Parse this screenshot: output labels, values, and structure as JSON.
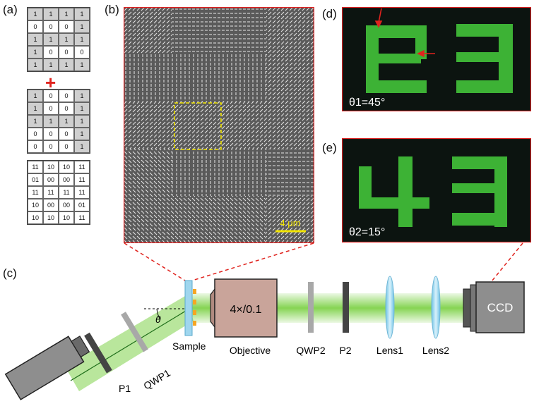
{
  "panel_labels": {
    "a": "(a)",
    "b": "(b)",
    "c": "(c)",
    "d": "(d)",
    "e": "(e)"
  },
  "grid_top": [
    [
      "1",
      "1",
      "1",
      "1"
    ],
    [
      "0",
      "0",
      "0",
      "1"
    ],
    [
      "1",
      "1",
      "1",
      "1"
    ],
    [
      "1",
      "0",
      "0",
      "0"
    ],
    [
      "1",
      "1",
      "1",
      "1"
    ]
  ],
  "grid_mid": [
    [
      "1",
      "0",
      "0",
      "1"
    ],
    [
      "1",
      "0",
      "0",
      "1"
    ],
    [
      "1",
      "1",
      "1",
      "1"
    ],
    [
      "0",
      "0",
      "0",
      "1"
    ],
    [
      "0",
      "0",
      "0",
      "1"
    ]
  ],
  "grid_bot": [
    [
      "11",
      "10",
      "10",
      "11"
    ],
    [
      "01",
      "00",
      "00",
      "11"
    ],
    [
      "11",
      "11",
      "11",
      "11"
    ],
    [
      "10",
      "00",
      "00",
      "01"
    ],
    [
      "10",
      "10",
      "10",
      "11"
    ]
  ],
  "operators": {
    "plus": "+",
    "equals": "="
  },
  "sem": {
    "scalebar": "4 μm"
  },
  "optical": {
    "theta1": "θ1=45°",
    "theta2": "θ2=15°"
  },
  "setup": {
    "laser": "Laser",
    "p1": "P1",
    "qwp1": "QWP1",
    "sample": "Sample",
    "theta": "θ",
    "objective": "Objective",
    "objective_spec": "4×/0.1",
    "qwp2": "QWP2",
    "p2": "P2",
    "lens1": "Lens1",
    "lens2": "Lens2",
    "ccd": "CCD"
  },
  "colors": {
    "accent_red": "#e0231e",
    "beam_green": "#7fd24a",
    "lens_blue": "#9fd6ee",
    "objective_brown": "#c9a49a",
    "scalebar_yellow": "#f2e500"
  }
}
